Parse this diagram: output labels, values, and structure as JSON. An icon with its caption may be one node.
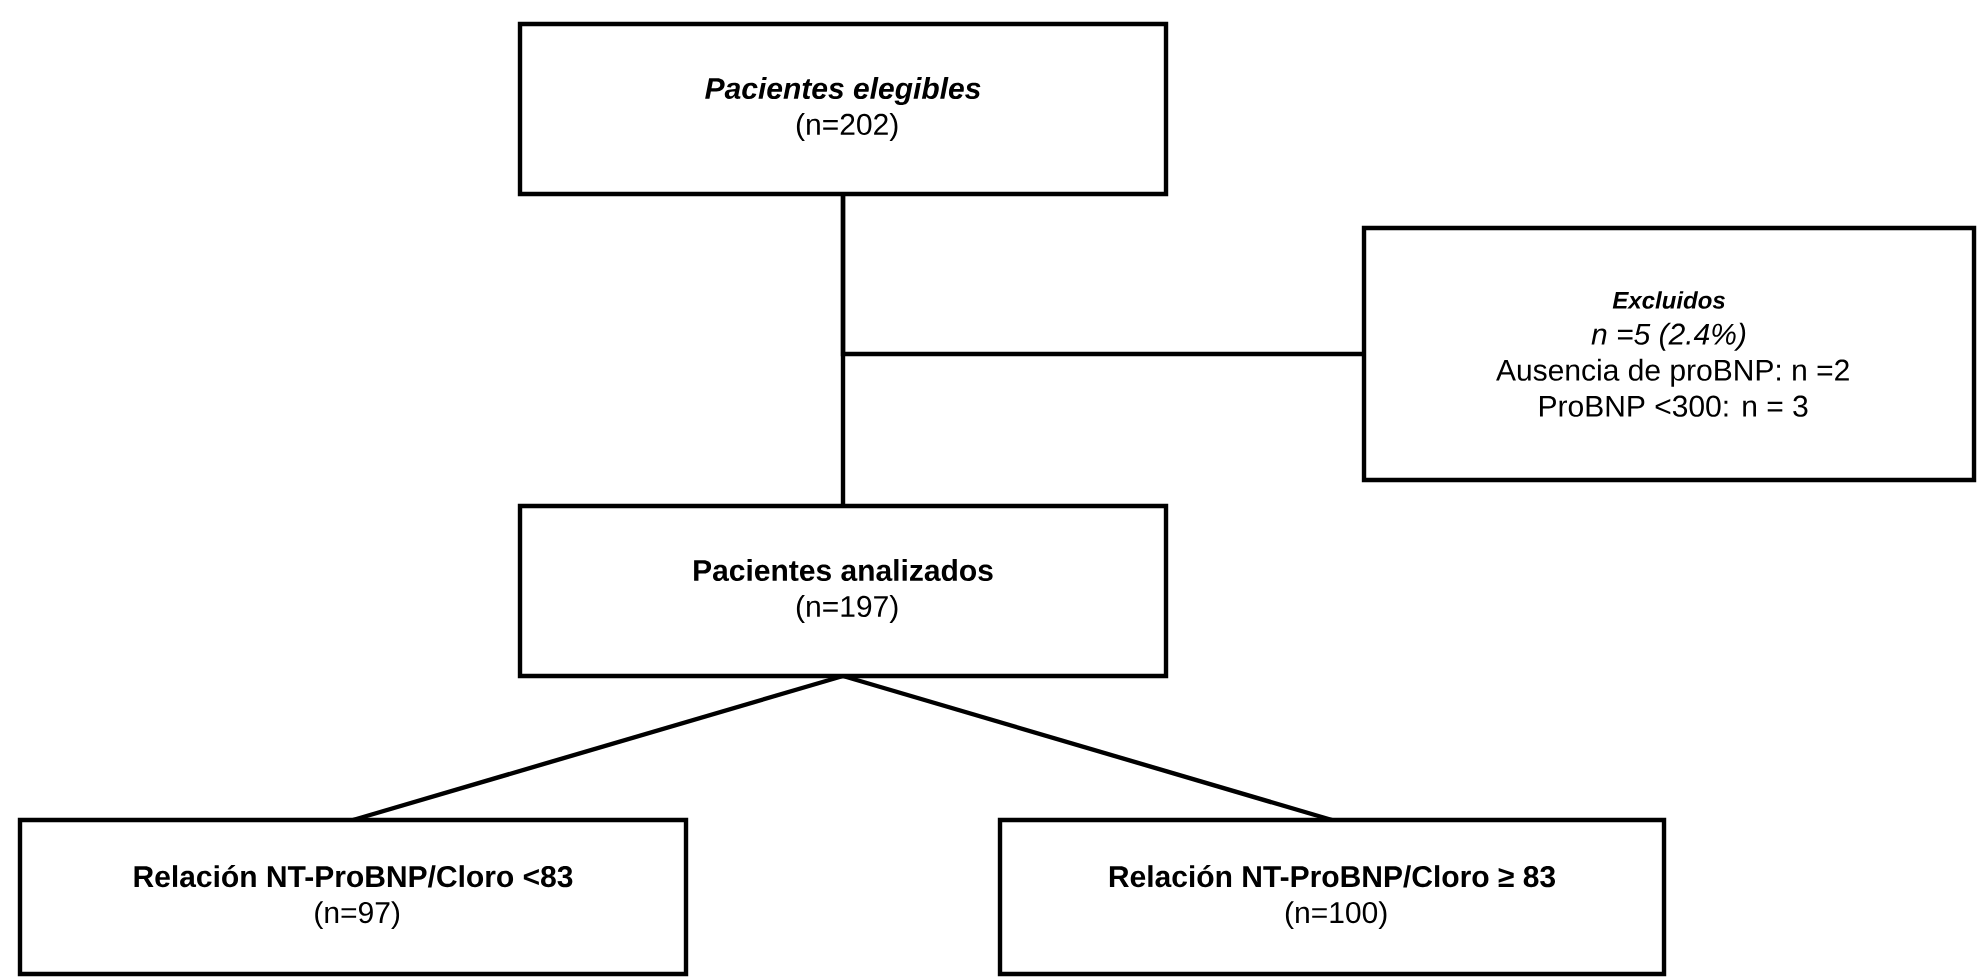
{
  "diagram": {
    "nodes": [
      {
        "text": [
          "Pacientes elegibles",
          "(n=202)"
        ]
      },
      {
        "text": [
          "Excluidos",
          "n =5 (2.4%)",
          "Ausencia de proBNP: n =2",
          "ProBNP <300: n = 3"
        ]
      },
      {
        "text": [
          "Pacientes analizados",
          "(n=197)"
        ]
      },
      {
        "text": [
          "Relación NT-ProBNP/Cloro <83",
          "(n=97)"
        ]
      },
      {
        "text": [
          "Relación NT-ProBNP/Cloro ≥ 83",
          "(n=100)"
        ]
      }
    ],
    "edges": [
      {
        "from": 0,
        "to": 2,
        "arrow": "none"
      },
      {
        "from": 0,
        "to": 1,
        "arrow": "none"
      },
      {
        "from": 2,
        "to": 3,
        "arrow": "none"
      },
      {
        "from": 2,
        "to": 4,
        "arrow": "none"
      }
    ]
  }
}
